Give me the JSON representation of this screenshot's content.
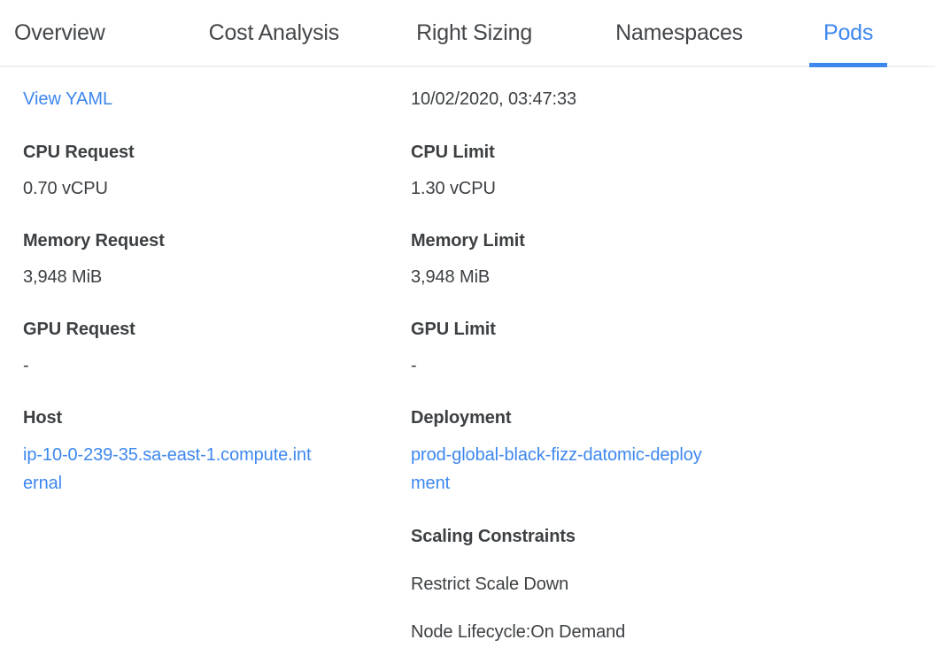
{
  "colors": {
    "accent": "#3d87ef",
    "link": "#3d87ef",
    "text": "#3c4043",
    "tab_inactive": "#44474a",
    "divider": "#f1f1f1"
  },
  "tabs": [
    {
      "label": "Overview",
      "active": false
    },
    {
      "label": "Cost Analysis",
      "active": false
    },
    {
      "label": "Right Sizing",
      "active": false
    },
    {
      "label": "Namespaces",
      "active": false
    },
    {
      "label": "Pods",
      "active": true
    }
  ],
  "pod_detail": {
    "view_yaml_label": "View YAML",
    "timestamp": "10/02/2020, 03:47:33",
    "cpu_request": {
      "label": "CPU Request",
      "value": "0.70 vCPU"
    },
    "cpu_limit": {
      "label": "CPU Limit",
      "value": "1.30 vCPU"
    },
    "memory_request": {
      "label": "Memory Request",
      "value": "3,948 MiB"
    },
    "memory_limit": {
      "label": "Memory Limit",
      "value": "3,948 MiB"
    },
    "gpu_request": {
      "label": "GPU Request",
      "value": "-"
    },
    "gpu_limit": {
      "label": "GPU Limit",
      "value": "-"
    },
    "host": {
      "label": "Host",
      "value": "ip-10-0-239-35.sa-east-1.compute.internal"
    },
    "deployment": {
      "label": "Deployment",
      "value": "prod-global-black-fizz-datomic-deployment"
    },
    "scaling_constraints": {
      "label": "Scaling Constraints",
      "items": [
        "Restrict Scale Down",
        "Node Lifecycle:On Demand"
      ]
    }
  }
}
